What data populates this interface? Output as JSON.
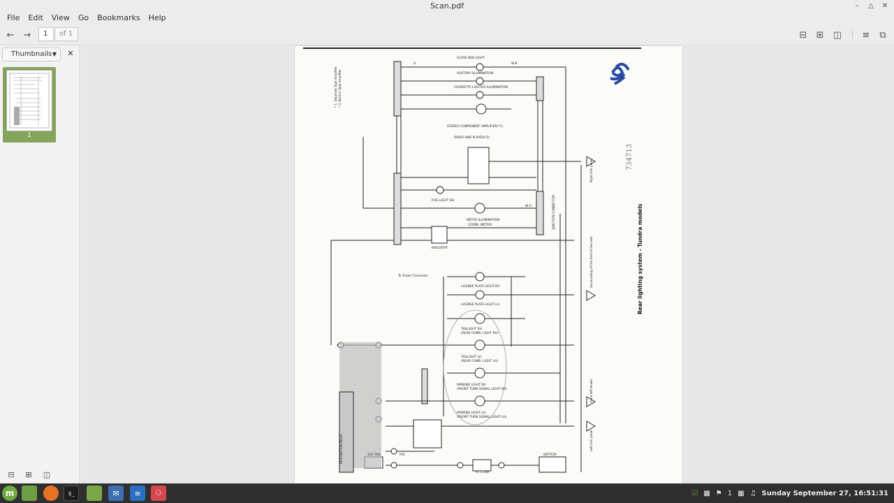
{
  "window": {
    "title": "Scan.pdf"
  },
  "menu": [
    "File",
    "Edit",
    "View",
    "Go",
    "Bookmarks",
    "Help"
  ],
  "toolbar": {
    "page_value": "1",
    "page_total": "of 1"
  },
  "sidebar": {
    "mode": "Thumbnails",
    "thumb_label": "1"
  },
  "diagram": {
    "title": "Rear lighting system - Tundra models",
    "handwritten": "734713",
    "labels": {
      "glove": "GLOVE BOX LIGHT",
      "ashtray": "ASHTRAY ILLUMINATION",
      "cig": "CIGARETTE LIGHTER ILLUMINATION",
      "stereo": "STEREO COMPONENT AMPLIFIER(*1)",
      "radio": "RADIO AND PLAYER(*2)",
      "fog": "FOG LIGHT SW",
      "meter": "METER ILLUMINATION",
      "meter2": "(COMB. METER)",
      "rheostat": "RHEOSTAT",
      "trailer": "To Trailer Converter",
      "lic_rh": "LICENSE PLATE LIGHT RH",
      "lic_lh": "LICENSE PLATE LIGHT LH",
      "tail_rh": "TAILLIGHT RH",
      "tail_rh2": "(REAR COMB. LIGHT RH)",
      "tail_lh": "TAILLIGHT LH",
      "tail_lh2": "(REAR COMB. LIGHT LH)",
      "park_rh": "PARKING LIGHT RH",
      "park_rh2": "(FRONT TURN SIGNAL LIGHT RH)",
      "park_lh": "PARKING LIGHT LH",
      "park_lh2": "(FRONT TURN SIGNAL LIGHT LH)",
      "battery": "BATTERY",
      "fuse": "15A TAIL",
      "relay": "INTEGRATION RELAY",
      "junction": "JUNCTION CONNECTOR",
      "right_kick": "Right kick panel",
      "front_left": "Front left fender",
      "left_kick": "Left kick panel",
      "surround": "Surrounding of the front of the bed",
      "fl": "FL 1.25B",
      "foot_1": "* 1: Separate Type Amplifier",
      "foot_2": "* 2: Built-in Type Amplifier",
      "r_a": "R-B",
      "wb": "W-B",
      "g": "G",
      "wg": "W-G"
    }
  },
  "taskbar": {
    "clock": "Sunday September 27, 16:51:31",
    "notif": "1"
  }
}
